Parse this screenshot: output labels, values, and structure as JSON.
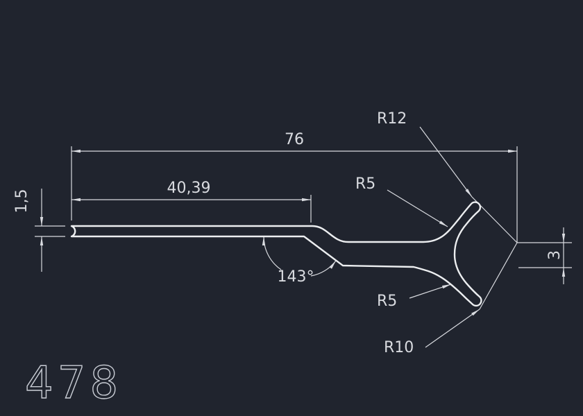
{
  "drawing": {
    "part_number": "478",
    "colors": {
      "background": "#20242e",
      "profile_line": "#eceef0",
      "dimension_line": "#d9dbe0"
    },
    "dimensions": {
      "overall_width": "76",
      "upper_length": "40,39",
      "strip_thickness": "1,5",
      "bend_angle": "143°",
      "radius_r12": "R12",
      "radius_r5_upper": "R5",
      "radius_r5_lower": "R5",
      "radius_r10": "R10",
      "right_height": "3"
    }
  }
}
